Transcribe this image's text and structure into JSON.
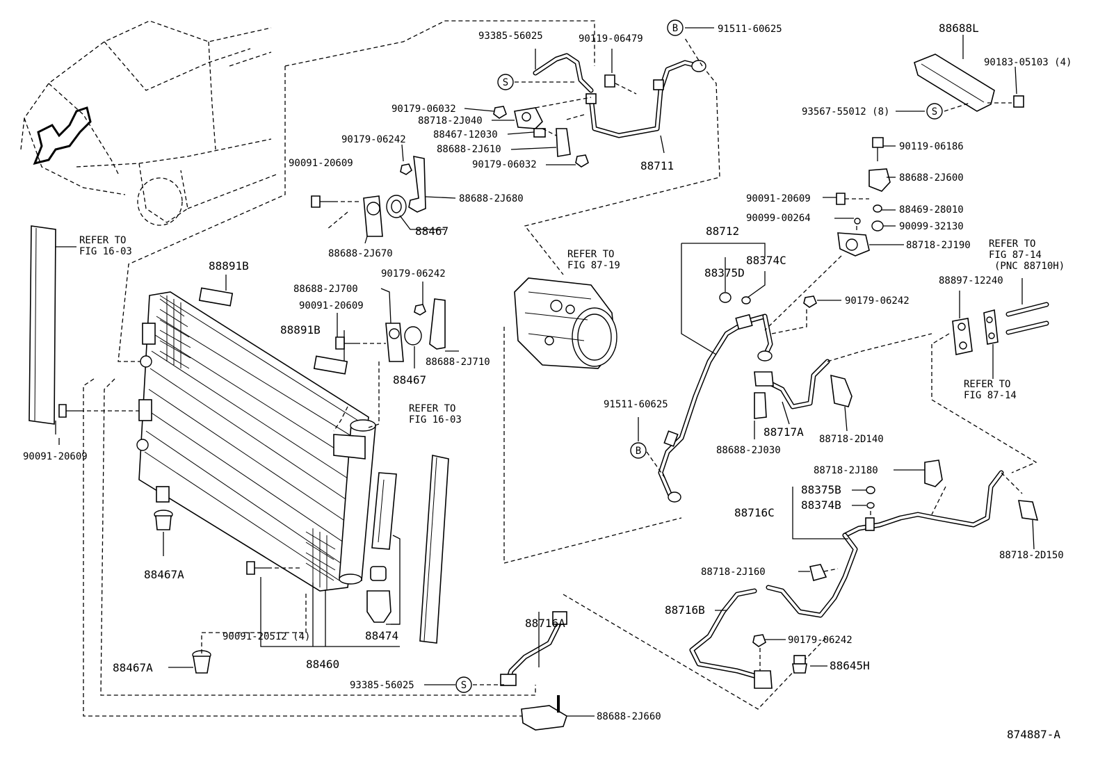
{
  "diagram": {
    "code": "874887-A",
    "labels": {
      "p93385_top": "93385-56025",
      "p90119_06479": "90119-06479",
      "p91511_top": "91511-60625",
      "p88688L": "88688L",
      "p90183": "90183-05103 (4)",
      "p93567": "93567-55012 (8)",
      "p90179_06032a": "90179-06032",
      "p88718_2J040": "88718-2J040",
      "p88467_12030": "88467-12030",
      "p88688_2J610": "88688-2J610",
      "p90179_06032b": "90179-06032",
      "p88711": "88711",
      "p90179_06242a": "90179-06242",
      "p90091_20609a": "90091-20609",
      "p88688_2J680": "88688-2J680",
      "p88467a": "88467",
      "p88688_2J670": "88688-2J670",
      "p90119_06186": "90119-06186",
      "p88688_2J600": "88688-2J600",
      "p90091_20609b": "90091-20609",
      "p88469": "88469-28010",
      "p90099_00264": "90099-00264",
      "p90099_32130": "90099-32130",
      "p88712": "88712",
      "p88718_2J190": "88718-2J190",
      "p88375D": "88375D",
      "p88374C": "88374C",
      "p88897": "88897-12240",
      "p90179_06242b": "90179-06242",
      "p88891B_a": "88891B",
      "p88891B_b": "88891B",
      "p88688_2J700": "88688-2J700",
      "p90179_06242c": "90179-06242",
      "p90091_20609c": "90091-20609",
      "p88688_2J710": "88688-2J710",
      "p88467b": "88467",
      "p90091_20609d": "90091-20609",
      "p91511_bot": "91511-60625",
      "p88717A": "88717A",
      "p88718_2D140": "88718-2D140",
      "p88688_2J030": "88688-2J030",
      "p88718_2J180": "88718-2J180",
      "p88375B": "88375B",
      "p88374B": "88374B",
      "p88716C": "88716C",
      "p88718_2D150": "88718-2D150",
      "p88718_2J160": "88718-2J160",
      "p88716B": "88716B",
      "p88467A_a": "88467A",
      "p90091_20512": "90091-20512 (4)",
      "p88474": "88474",
      "p88460": "88460",
      "p88467A_b": "88467A",
      "p93385_bot": "93385-56025",
      "p88716A": "88716A",
      "p88688_2J660": "88688-2J660",
      "p90179_06242d": "90179-06242",
      "p88645H": "88645H"
    },
    "refers": {
      "r1603a_l1": "REFER TO",
      "r1603a_l2": "FIG 16-03",
      "r8719_l1": "REFER TO",
      "r8719_l2": "FIG 87-19",
      "r8714a_l1": "REFER TO",
      "r8714a_l2": "FIG 87-14",
      "r8714a_l3": "(PNC 88710H)",
      "r1603b_l1": "REFER TO",
      "r1603b_l2": "FIG 16-03",
      "r8714b_l1": "REFER TO",
      "r8714b_l2": "FIG 87-14"
    },
    "markers": {
      "s": "S",
      "b": "B"
    }
  }
}
